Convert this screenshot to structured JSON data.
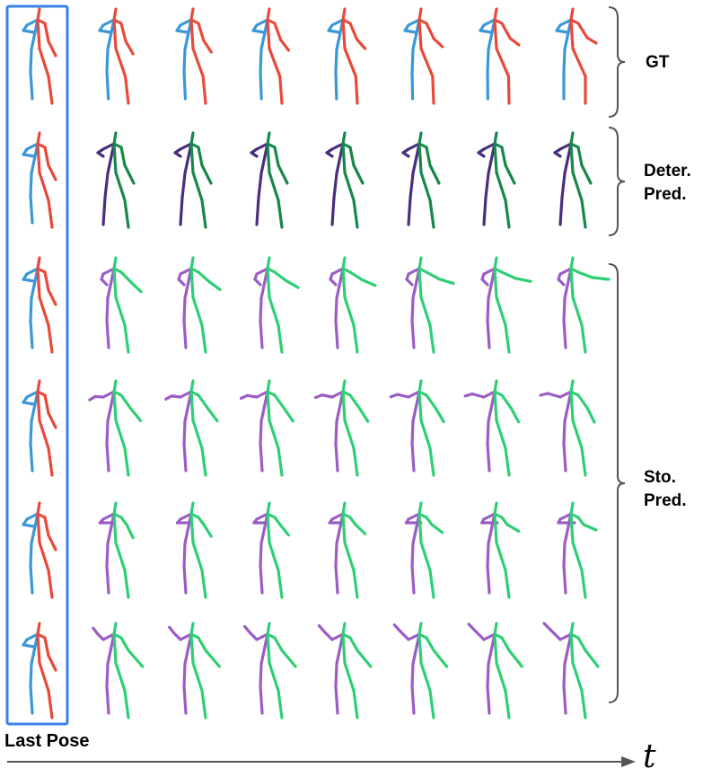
{
  "row_labels": {
    "gt": "GT",
    "deter": [
      "Deter.",
      "Pred."
    ],
    "sto": [
      "Sto.",
      "Pred."
    ]
  },
  "last_pose_label": "Last Pose",
  "time_label": "t",
  "colors": {
    "gt_left": "#e8493a",
    "gt_right": "#3a97d8",
    "deter_left": "#16884a",
    "deter_right": "#4a2e7e",
    "sto_left": "#2ecf74",
    "sto_right": "#9b5cc6",
    "highlight_box": "#3b82e6",
    "bracket": "#555555",
    "arrow": "#555555"
  },
  "grid": {
    "rows": 6,
    "cols": 8
  }
}
